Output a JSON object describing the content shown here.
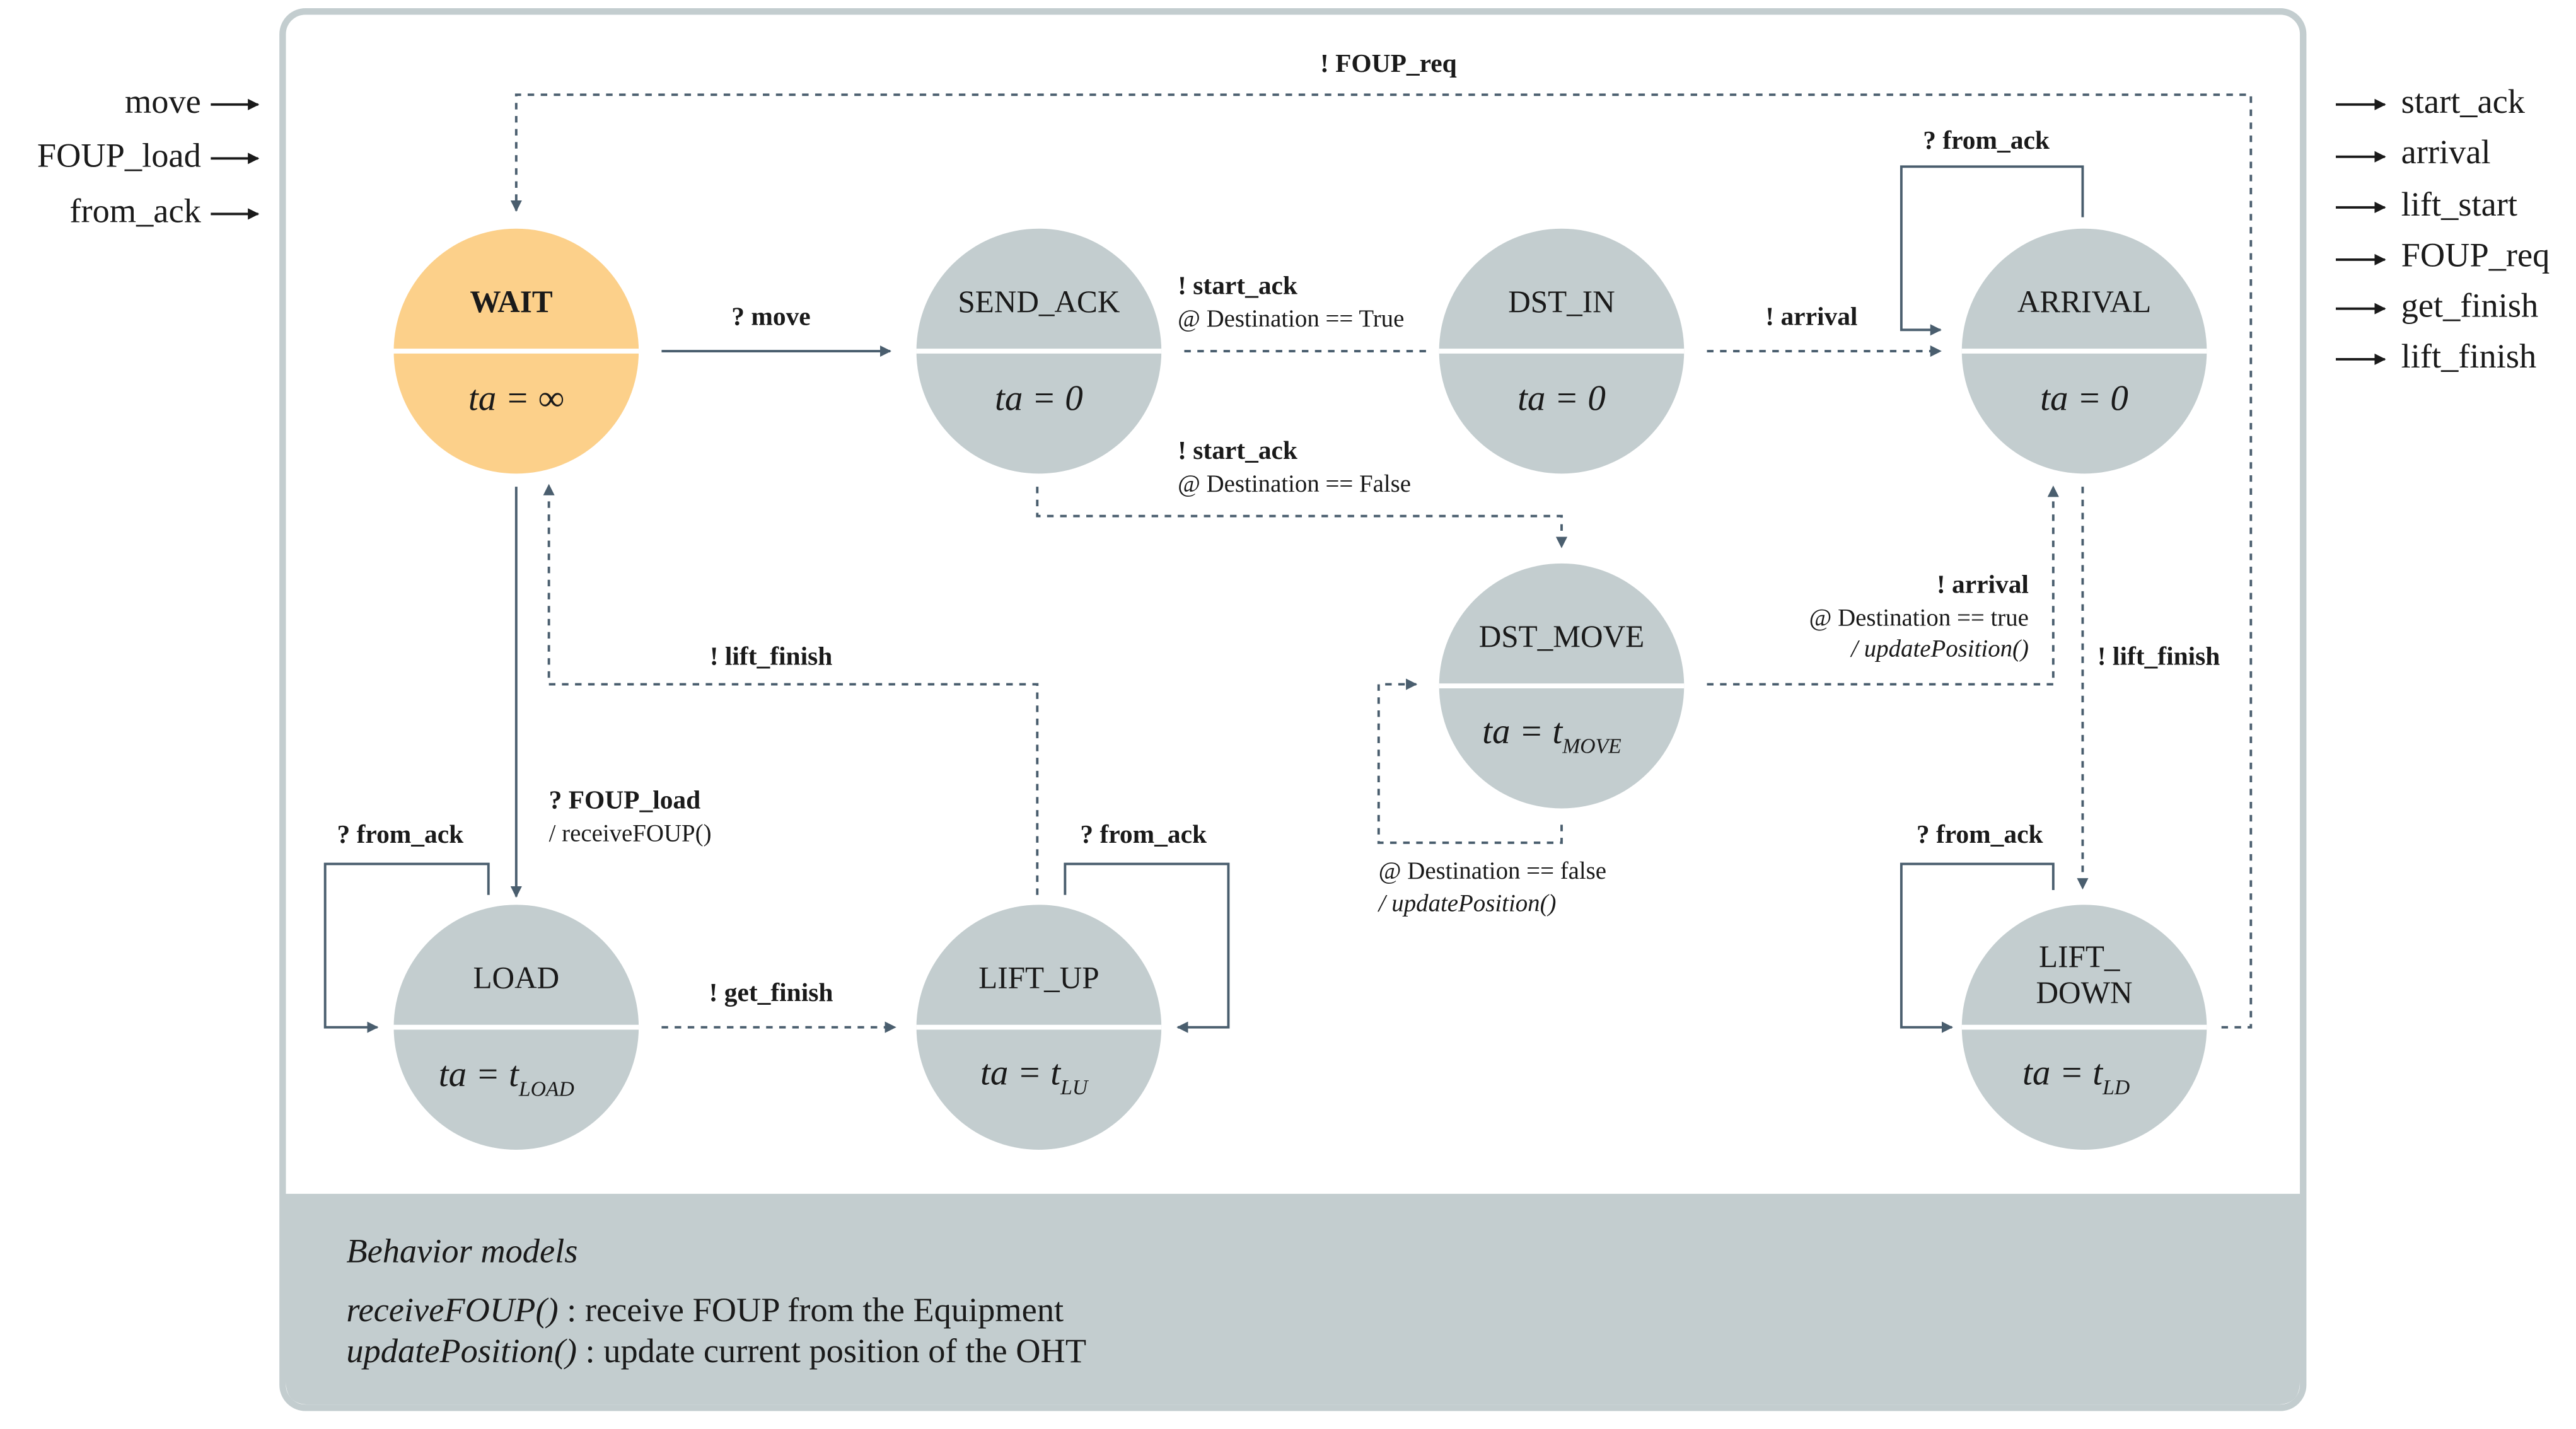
{
  "colors": {
    "frame_stroke": "#c3cdcf",
    "footer_bg": "#c3cdcf",
    "state_fill": "#c3cdcf",
    "wait_fill": "#fcd08a",
    "arrow": "#4a5e6e",
    "text": "#1a1a1a"
  },
  "inputs": [
    "move",
    "FOUP_load",
    "from_ack"
  ],
  "outputs": [
    "start_ack",
    "arrival",
    "lift_start",
    "FOUP_req",
    "get_finish",
    "lift_finish"
  ],
  "states": {
    "wait": {
      "name": "WAIT",
      "ta": "ta = ∞"
    },
    "send_ack": {
      "name": "SEND_ACK",
      "ta": "ta = 0"
    },
    "dst_in": {
      "name": "DST_IN",
      "ta": "ta = 0"
    },
    "arrival": {
      "name": "ARRIVAL",
      "ta": "ta = 0"
    },
    "dst_move": {
      "name": "DST_MOVE",
      "ta_main": "ta = t",
      "ta_sub": "MOVE"
    },
    "load": {
      "name": "LOAD",
      "ta_main": "ta = t",
      "ta_sub": "LOAD"
    },
    "lift_up": {
      "name": "LIFT_UP",
      "ta_main": "ta = t",
      "ta_sub": "LU"
    },
    "lift_down": {
      "name_line1": "LIFT_",
      "name_line2": "DOWN",
      "ta_main": "ta = t",
      "ta_sub": "LD"
    }
  },
  "transitions": {
    "foup_req": "! FOUP_req",
    "move": "? move",
    "start_ack_true": "! start_ack",
    "cond_true": "@ Destination == True",
    "arrival_out": "! arrival",
    "from_ack_arrival": "? from_ack",
    "start_ack_false": "! start_ack",
    "cond_false": "@ Destination == False",
    "arrival_move": "! arrival",
    "cond_dest_true": "@ Destination == true",
    "update_pos_1": "/ updatePosition()",
    "lift_finish_arrival": "! lift_finish",
    "lift_finish_wait": "! lift_finish",
    "foup_load": "? FOUP_load",
    "receive_foup": "/ receiveFOUP()",
    "from_ack_load": "? from_ack",
    "from_ack_liftup": "? from_ack",
    "from_ack_liftdown": "? from_ack",
    "get_finish": "! get_finish",
    "cond_dest_false": "@ Destination == false",
    "update_pos_2": "/ updatePosition()"
  },
  "footer": {
    "title": "Behavior models",
    "line1_func": "receiveFOUP()",
    "line1_desc": " : receive FOUP from the Equipment",
    "line2_func": "updatePosition()",
    "line2_desc": " : update current position of the OHT"
  }
}
